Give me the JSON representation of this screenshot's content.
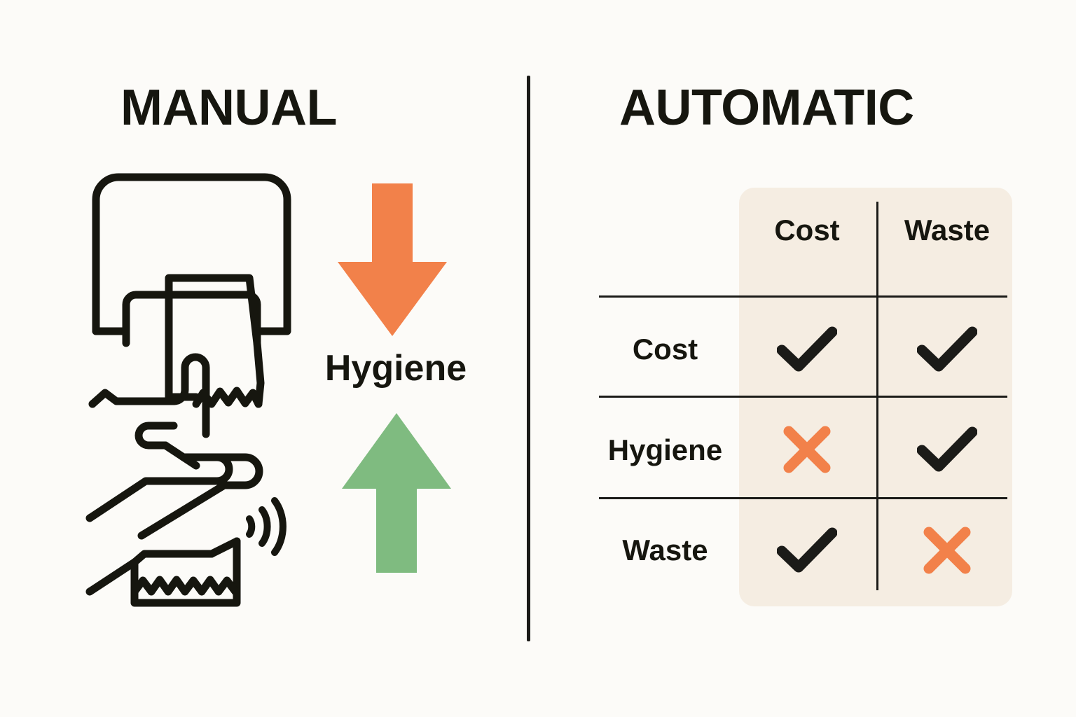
{
  "page": {
    "background_color": "#FCFBF8",
    "ink_color": "#16160F"
  },
  "colors": {
    "orange": "#F2814A",
    "green": "#7FBB80",
    "panel": "#F5EDE2",
    "line": "#1B1B18"
  },
  "left": {
    "title": "MANUAL",
    "illustration_name": "paper-towel-dispenser-manual-and-automatic",
    "parts": [
      "dispenser-body",
      "hand-pulling-towel",
      "hand-waving-sensor",
      "sensor-waves"
    ]
  },
  "middle": {
    "arrow_down_label": "down-arrow",
    "arrow_down_color": "#F2814A",
    "arrow_up_label": "up-arrow",
    "arrow_up_color": "#7FBB80",
    "label": "Hygiene"
  },
  "right": {
    "title": "AUTOMATIC",
    "table": {
      "column_headers": [
        "Cost",
        "Waste"
      ],
      "row_labels": [
        "Cost",
        "Hygiene",
        "Waste"
      ],
      "cells": [
        [
          "check",
          "check"
        ],
        [
          "cross",
          "check"
        ],
        [
          "check",
          "cross"
        ]
      ],
      "mark_glyphs": {
        "check": "✔",
        "cross": "✖"
      },
      "check_color": "#1B1B18",
      "cross_color": "#F2814A"
    }
  }
}
